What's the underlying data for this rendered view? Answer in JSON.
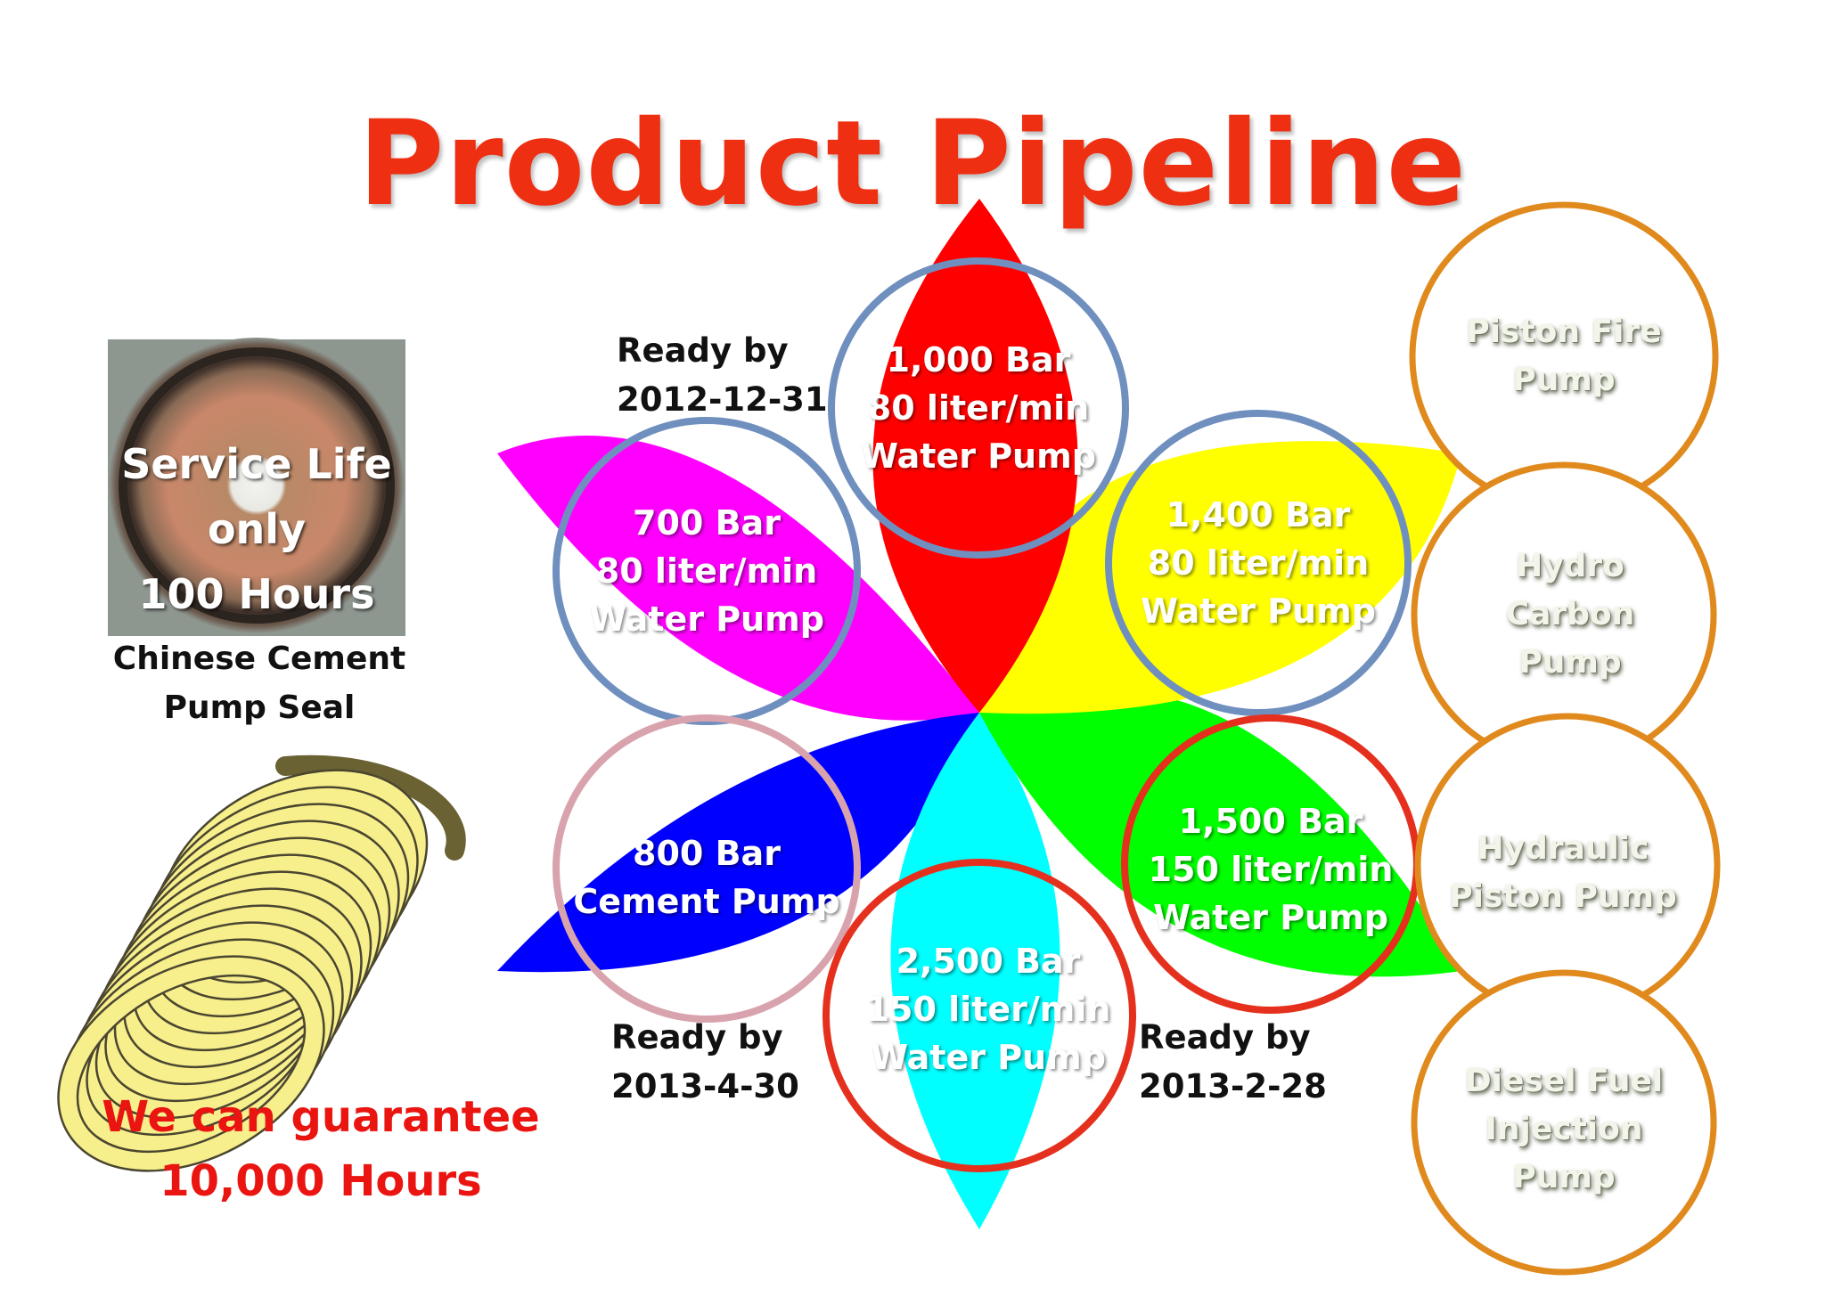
{
  "title": "Product Pipeline",
  "seal": {
    "overlay_lines": [
      "Service Life",
      "only",
      "100 Hours"
    ],
    "caption_lines": [
      "Chinese Cement",
      "Pump Seal"
    ]
  },
  "guarantee_lines": [
    "We can guarantee",
    "10,000 Hours"
  ],
  "ready_labels": [
    {
      "lines": [
        "Ready by",
        "2012-12-31"
      ]
    },
    {
      "lines": [
        "Ready by",
        "2013-4-30"
      ]
    },
    {
      "lines": [
        "Ready by",
        "2013-2-28"
      ]
    }
  ],
  "pumps": [
    {
      "lines": [
        "1,000 Bar",
        "80 liter/min",
        "Water Pump"
      ],
      "petal_color": "#ff0000",
      "ring_color": "#6f8fbf"
    },
    {
      "lines": [
        "700 Bar",
        "80 liter/min",
        "Water Pump"
      ],
      "petal_color": "#ff00ff",
      "ring_color": "#6f8fbf"
    },
    {
      "lines": [
        "1,400 Bar",
        "80 liter/min",
        "Water Pump"
      ],
      "petal_color": "#ffff00",
      "ring_color": "#6f8fbf"
    },
    {
      "lines": [
        "800 Bar",
        "Cement Pump"
      ],
      "petal_color": "#0000ff",
      "ring_color": "#d8a3ad"
    },
    {
      "lines": [
        "1,500 Bar",
        "150 liter/min",
        "Water Pump"
      ],
      "petal_color": "#00ff00",
      "ring_color": "#e5301e"
    },
    {
      "lines": [
        "2,500 Bar",
        "150 liter/min",
        "Water Pump"
      ],
      "petal_color": "#00ffff",
      "ring_color": "#e5301e"
    }
  ],
  "future_pumps": [
    {
      "lines": [
        "Piston Fire",
        "Pump"
      ]
    },
    {
      "lines": [
        "Hydro",
        "Carbon",
        "Pump"
      ]
    },
    {
      "lines": [
        "Hydraulic",
        "Piston Pump"
      ]
    },
    {
      "lines": [
        "Diesel Fuel",
        "Injection",
        "Pump"
      ]
    }
  ],
  "colors": {
    "title": "#ee2f12",
    "guarantee": "#ea1410",
    "future_ring": "#e08a1e",
    "spring": "#f7ee8c"
  }
}
